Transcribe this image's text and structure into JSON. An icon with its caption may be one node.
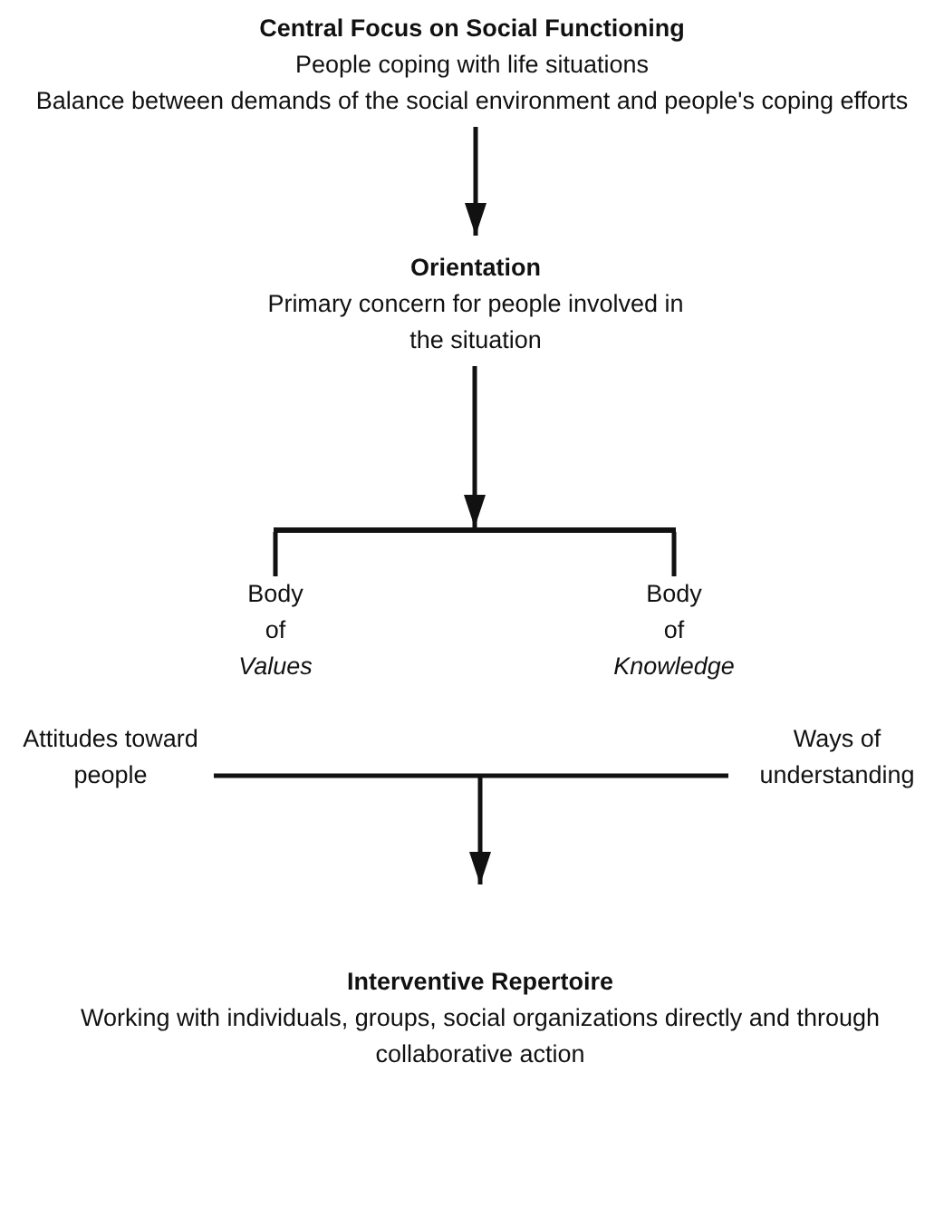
{
  "diagram": {
    "nodes": [
      {
        "text": [
          "Central Focus on Social Functioning",
          "People coping with life situations",
          "Balance between demands of the social environment and people's coping efforts"
        ]
      },
      {
        "text": [
          "Orientation",
          "Primary concern for people involved in the situation"
        ]
      },
      {
        "text": [],
        "shape": "bar"
      },
      {
        "text": [
          "Body of *Values*"
        ]
      },
      {
        "text": [
          "Body of *Knowledge*"
        ]
      },
      {
        "text": [
          "Attitudes toward people"
        ]
      },
      {
        "text": [
          "Ways of understanding"
        ]
      },
      {
        "text": [
          "Interventive Repertoire",
          "Working with individuals, groups, social organizations directly and through collaborative action"
        ]
      }
    ],
    "edges": [
      {
        "from": 0,
        "to": 1,
        "arrow": "to"
      },
      {
        "from": 1,
        "to": 2,
        "arrow": "to"
      },
      {
        "from": 2,
        "to": 3,
        "arrow": "none"
      },
      {
        "from": 2,
        "to": 4,
        "arrow": "none"
      },
      {
        "from": 5,
        "to": 7,
        "arrow": "to"
      },
      {
        "from": 6,
        "to": 7,
        "arrow": "to"
      }
    ]
  }
}
